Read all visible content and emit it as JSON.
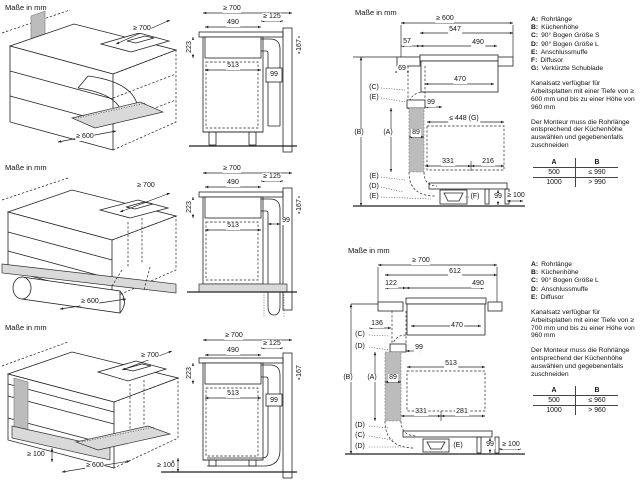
{
  "panel_iso_wall": {
    "title": "Maße in mm",
    "dim_depth": "≥ 700",
    "dim_width": "≥ 600"
  },
  "panel_side_wall": {
    "dim_depth": "≥ 700",
    "dim_wall": "≥ 125",
    "dim_hob_top": "490",
    "dim_hob_height": "223",
    "dim_bend": "167",
    "dim_hob_bottom": "513",
    "dim_duct": "99"
  },
  "panel_section_wall": {
    "title": "Maße in mm",
    "dim_depth": "≥ 600",
    "dim_547": "547",
    "dim_57": "57",
    "dim_490": "490",
    "dim_69": "69",
    "dim_470": "470",
    "dim_drawer": "≤ 448 (G)",
    "dim_99_duct": "99",
    "dim_89": "89",
    "dim_331": "331",
    "dim_216": "216",
    "dim_99_plinth": "99",
    "dim_100": "≥ 100",
    "label_c": "(C)",
    "label_e1": "(E)",
    "label_b": "(B)",
    "label_a": "(A)",
    "label_e2": "(E)",
    "label_d": "(D)",
    "label_e3": "(E)",
    "label_f": "(F)"
  },
  "info_wall": {
    "legend": [
      {
        "k": "A:",
        "v": "Rohrlänge"
      },
      {
        "k": "B:",
        "v": "Küchenhöhe"
      },
      {
        "k": "C:",
        "v": "90° Bogen Größe S"
      },
      {
        "k": "D:",
        "v": "90° Bogen Größe L"
      },
      {
        "k": "E:",
        "v": "Anschlussmuffe"
      },
      {
        "k": "F:",
        "v": "Diffusor"
      },
      {
        "k": "G:",
        "v": "Verkürzte Schublade"
      }
    ],
    "note_availability": "Kanalsatz verfügbar für Arbeitsplatten mit einer Tiefe von ≥ 600 mm und bis zu einer Höhe von 960 mm",
    "note_installer": "Der Monteur muss die Rohrlänge entsprechend der Küchenhöhe auswählen und gegebenenfalls zuschneiden",
    "table": {
      "col_a": "A",
      "col_b": "B",
      "rows": [
        {
          "a": "500",
          "b": "≤ 990"
        },
        {
          "a": "1000",
          "b": "> 990"
        }
      ]
    }
  },
  "panel_iso_floor": {
    "title": "Maße in mm",
    "dim_depth": "≥ 700",
    "dim_width": "≥ 600"
  },
  "panel_side_floor": {
    "dim_depth": "≥ 700",
    "dim_wall": "≥ 125",
    "dim_hob_top": "490",
    "dim_hob_height": "223",
    "dim_bend": "167",
    "dim_hob_bottom": "513",
    "dim_duct": "99"
  },
  "panel_iso_plinth": {
    "title": "Maße in mm",
    "dim_depth": "≥ 700",
    "dim_plinth_left": "≥ 100",
    "dim_width": "≥ 600",
    "dim_plinth_right": "≥ 100"
  },
  "panel_side_plinth": {
    "dim_depth": "≥ 700",
    "dim_wall": "≥ 125",
    "dim_hob_top": "490",
    "dim_hob_height": "223",
    "dim_bend": "167",
    "dim_hob_bottom": "513",
    "dim_duct": "99",
    "dim_plinth": "≥ 100"
  },
  "panel_section_plinth": {
    "title": "Maße in mm",
    "dim_depth": "≥ 700",
    "dim_612": "612",
    "dim_122": "122",
    "dim_490": "490",
    "dim_136": "136",
    "dim_470": "470",
    "dim_99_duct": "99",
    "dim_513": "513",
    "dim_89": "89",
    "dim_331": "331",
    "dim_281": "281",
    "dim_99_plinth": "99",
    "dim_100": "≥ 100",
    "label_c1": "(C)",
    "label_d1": "(D)",
    "label_b": "(B)",
    "label_a": "(A)",
    "label_d2": "(D)",
    "label_c2": "(C)",
    "label_d3": "(D)",
    "label_e": "(E)"
  },
  "info_plinth": {
    "legend": [
      {
        "k": "A:",
        "v": "Rohrlänge"
      },
      {
        "k": "B:",
        "v": "Küchenhöhe"
      },
      {
        "k": "C:",
        "v": "90° Bogen Größe L"
      },
      {
        "k": "D:",
        "v": "Anschlussmuffe"
      },
      {
        "k": "E:",
        "v": "Diffusor"
      }
    ],
    "note_availability": "Kanalsatz verfügbar für Arbeitsplatten mit einer Tiefe von ≥ 700 mm und bis zu einer Höhe von 960 mm",
    "note_installer": "Der Monteur muss die Rohrlänge entsprechend der Küchenhöhe auswählen und gegebenenfalls zuschneiden",
    "table": {
      "col_a": "A",
      "col_b": "B",
      "rows": [
        {
          "a": "500",
          "b": "≤ 960"
        },
        {
          "a": "1000",
          "b": "> 960"
        }
      ]
    }
  }
}
